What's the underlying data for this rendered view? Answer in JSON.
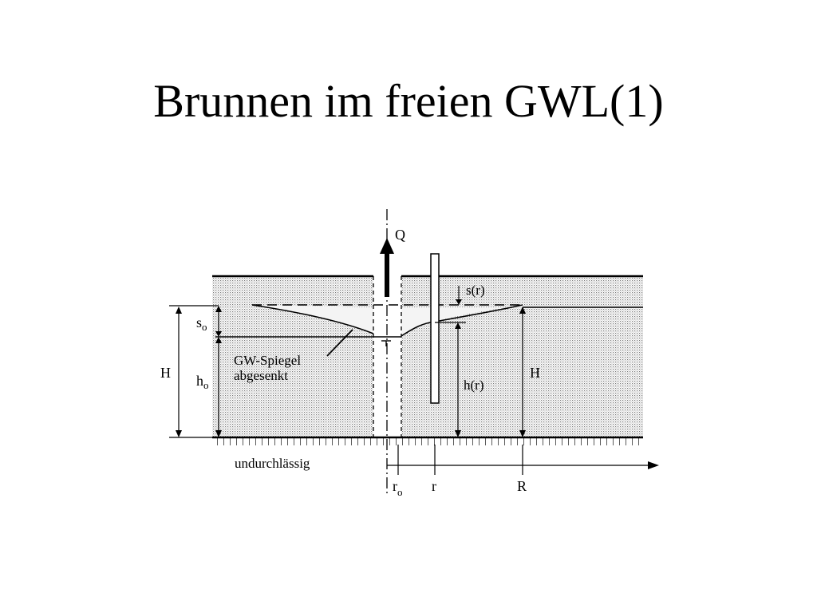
{
  "slide": {
    "title": "Brunnen im freien GWL(1)"
  },
  "diagram": {
    "labels": {
      "flow": "Q",
      "s_r": "s(r)",
      "s_o_main": "s",
      "s_o_sub": "o",
      "H_left": "H",
      "h_o_main": "h",
      "h_o_sub": "o",
      "gw_line1": "GW-Spiegel",
      "gw_line2": "abgesenkt",
      "h_r": "h(r)",
      "H_right": "H",
      "impermeable": "undurchlässig",
      "r_o_main": "r",
      "r_o_sub": "o",
      "r": "r",
      "R": "R"
    }
  }
}
